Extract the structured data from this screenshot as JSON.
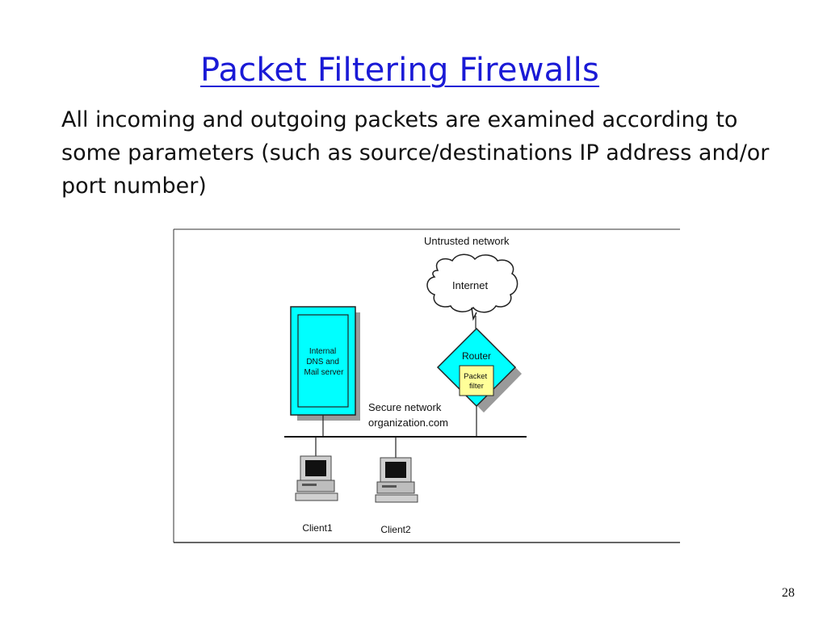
{
  "slide": {
    "title": "Packet Filtering Firewalls",
    "body": "All incoming and outgoing packets are examined according to some parameters (such as source/destinations IP address and/or port number)",
    "page_number": "28"
  },
  "diagram": {
    "untrusted_label": "Untrusted network",
    "internet_label": "Internet",
    "router_label": "Router",
    "packet_filter_lines": [
      "Packet",
      "filter"
    ],
    "server_lines": [
      "Internal",
      "DNS and",
      "Mail server"
    ],
    "secure_network_lines": [
      "Secure network",
      "organization.com"
    ],
    "client1_label": "Client1",
    "client2_label": "Client2"
  },
  "colors": {
    "title": "#1a1ad6",
    "cyan": "#00ffff",
    "packet_filter": "#ffff99",
    "shadow": "#9a9a9a"
  }
}
